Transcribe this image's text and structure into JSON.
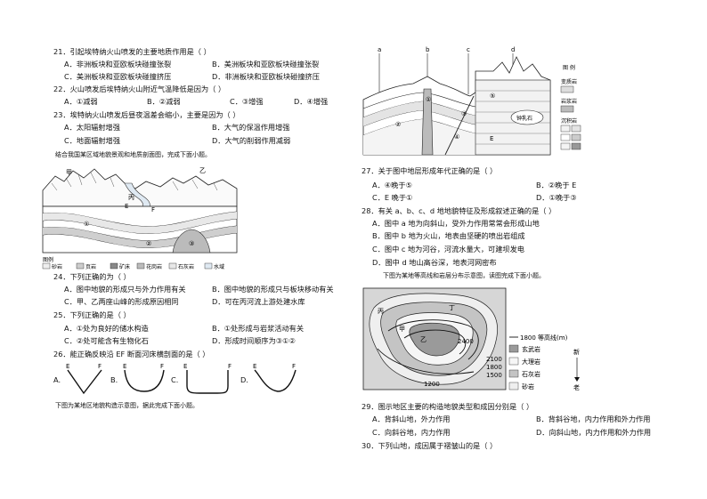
{
  "q21": {
    "stem": "21．引起埃特纳火山喷发的主要地质作用是（ ）",
    "a": "A．非洲板块和亚欧板块碰撞张裂",
    "b": "B．美洲板块和亚欧板块碰撞张裂",
    "c": "C．美洲板块和亚欧板块碰撞挤压",
    "d": "D．非洲板块和亚欧板块碰撞挤压"
  },
  "q22": {
    "stem": "22．火山喷发后埃特纳火山附近气温降低是因为（ ）",
    "a": "A．①减弱",
    "b": "B．②减弱",
    "c": "C．③增强",
    "d": "D．④增强"
  },
  "q23": {
    "stem": "23．埃特纳火山喷发后昼夜温差会缩小，主要是因为（ ）",
    "a": "A．太阳辐射增强",
    "b": "B．大气的保温作用增强",
    "c": "C．地面辐射增强",
    "d": "D．大气的削弱作用减弱"
  },
  "intro1": "结合我国某区域地貌景观和地质剖面图，完成下面小题。",
  "fig1": {
    "l_jia": "甲",
    "l_bing": "丙",
    "l_e": "E",
    "l_f": "F",
    "l_yi": "乙",
    "l_1": "①",
    "l_2": "②",
    "l_3": "③",
    "legend_title": "图例",
    "lg1": "砂岩",
    "lg2": "页岩",
    "lg3": "矿床",
    "lg4": "花岗岩",
    "lg5": "石灰岩",
    "lg6": "水域"
  },
  "q24": {
    "stem": "24．下列正确的为（ ）",
    "a": "A．图中地貌的形成只与外力作用有关",
    "b": "B．图中地貌的形成只与板块移动有关",
    "c": "C．甲、乙两座山峰的形成原因相同",
    "d": "D．可在丙河流上游处建水库"
  },
  "q25": {
    "stem": "25．下列正确的是（ ）",
    "a": "A．①处为良好的储水构造",
    "b": "B．①处形成与岩浆活动有关",
    "c": "C．②处可能含有生物化石",
    "d": "D．形成时间顺序为③①②"
  },
  "q26": {
    "stem": "26．能正确反映沿 EF 断面河床横剖面的是（ ）",
    "a": "A.",
    "b": "B.",
    "c": "C.",
    "d": "D.",
    "e": "E",
    "f": "F"
  },
  "intro2": "下图为某地区地貌构造示意图，据此完成下面小题。",
  "fig2": {
    "la": "a",
    "lb": "b",
    "lc": "c",
    "ld": "d",
    "c1": "①",
    "c2": "②",
    "c3": "③",
    "c4": "④",
    "c5": "⑤",
    "ce": "E",
    "cave": "钟乳石",
    "legend_title": "图 例",
    "lg1": "变质岩",
    "lg2": "岩浆岩",
    "lg3": "沉积岩"
  },
  "q27": {
    "stem": "27．关于图中地层形成年代正确的是（ ）",
    "a": "A．④晚于⑤",
    "b": "B．②晚于 E",
    "c": "C．E 晚于①",
    "d": "D．①晚于③"
  },
  "q28": {
    "stem": "28．有关 a、b、c、d 地地貌特征及形成叙述正确的是（ ）",
    "a": "A．图中 a 地为向斜山，受外力作用常常会形成山地",
    "b": "B．图中 b 地为火山，地表由坚硬的喷出岩组成",
    "c": "C．图中 c 地为河谷，河流水量大，可建坝发电",
    "d": "D．图中 d 地山高谷深，地表河网密布"
  },
  "intro3": "下图为某地等高线和岩层分布示意图，读图完成下面小题。",
  "fig3": {
    "bing": "丙",
    "ding": "丁",
    "jia": "甲",
    "yi": "乙",
    "e2400": "2400",
    "e2100": "2100",
    "e1800": "1800",
    "e1500": "1500",
    "e1200": "1200",
    "contour": "1800 等高线(m)",
    "r1": "玄武岩",
    "r2": "大理岩",
    "r3": "石灰岩",
    "r4": "砂岩",
    "new": "新",
    "old": "老"
  },
  "q29": {
    "stem": "29．图示地区主要的构造地貌类型和成因分别是（ ）",
    "a": "A．背斜山地，外力作用",
    "b": "B．背斜谷地，内力作用和外力作用",
    "c": "C．向斜谷地，内力作用",
    "d": "D．向斜山地，内力作用和外力作用"
  },
  "q30": {
    "stem": "30．下列山地，成因属于褶皱山的是（ ）"
  }
}
